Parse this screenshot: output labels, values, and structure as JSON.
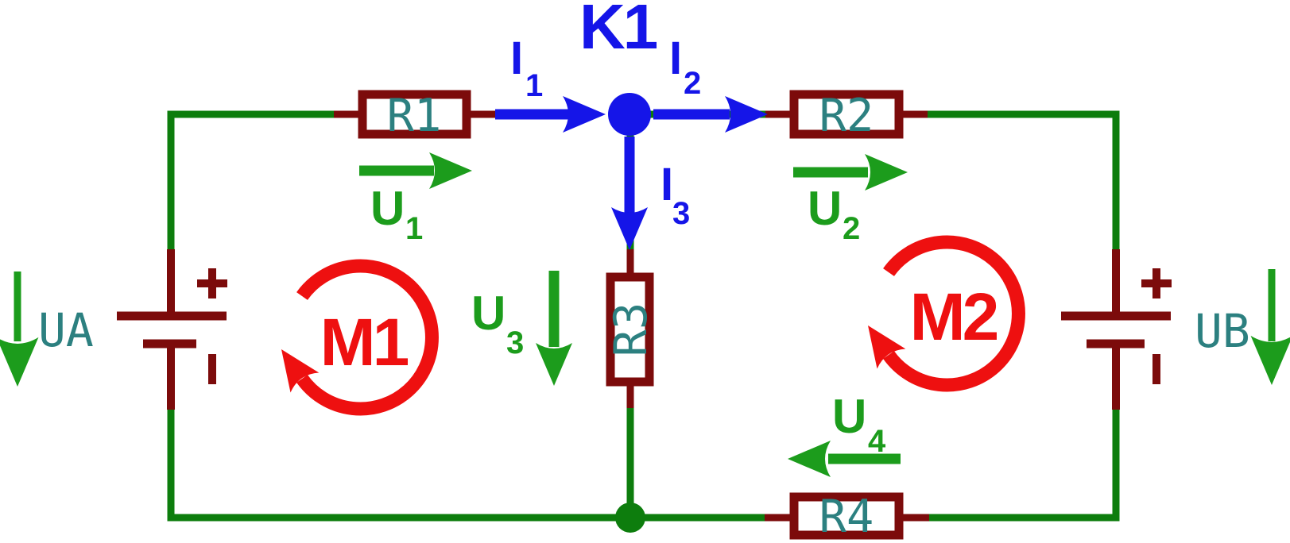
{
  "colors": {
    "background": "#ffffff",
    "wire": "#0d7d0d",
    "arrow": "#1c9c1c",
    "component": "#7c0b0b",
    "label": "#2c8080",
    "current": "#1515e8",
    "mesh": "#ee1010"
  },
  "circuit": {
    "node": {
      "name": "K1"
    },
    "currents": [
      {
        "symbol": "I",
        "subscript": "1"
      },
      {
        "symbol": "I",
        "subscript": "2"
      },
      {
        "symbol": "I",
        "subscript": "3"
      }
    ],
    "voltages": [
      {
        "symbol": "U",
        "subscript": "1"
      },
      {
        "symbol": "U",
        "subscript": "2"
      },
      {
        "symbol": "U",
        "subscript": "3"
      },
      {
        "symbol": "U",
        "subscript": "4"
      }
    ],
    "sources": [
      {
        "name": "UA",
        "polarity_top": "+",
        "polarity_bottom": "-"
      },
      {
        "name": "UB",
        "polarity_top": "+",
        "polarity_bottom": "-"
      }
    ],
    "resistors": [
      {
        "name": "R1"
      },
      {
        "name": "R2"
      },
      {
        "name": "R3"
      },
      {
        "name": "R4"
      }
    ],
    "meshes": [
      {
        "name": "M1"
      },
      {
        "name": "M2"
      }
    ]
  }
}
